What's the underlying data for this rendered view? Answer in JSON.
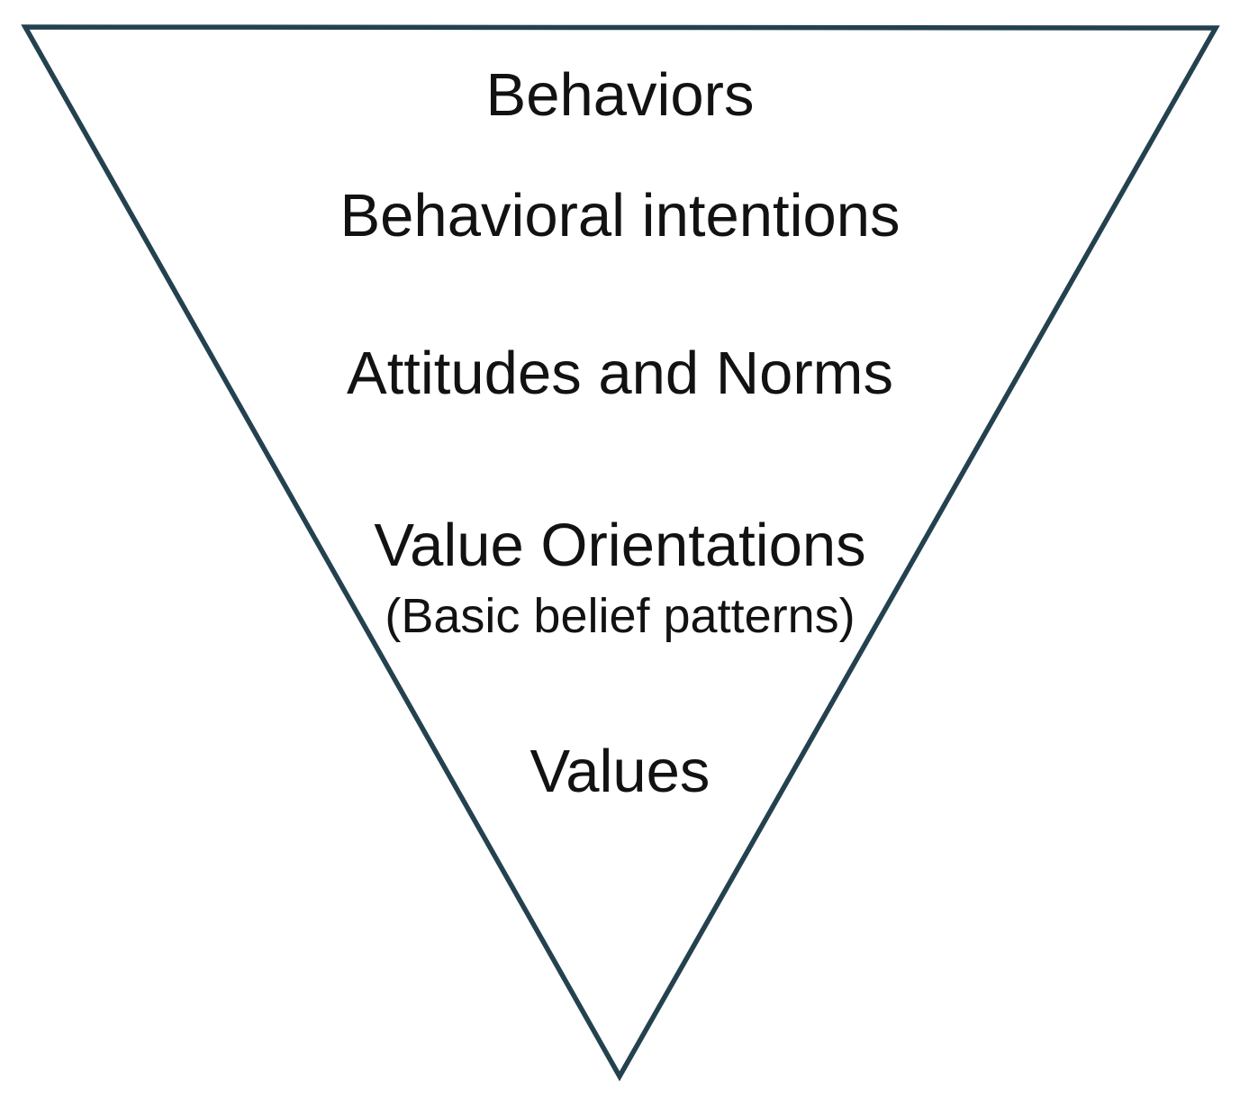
{
  "diagram": {
    "type": "inverted-pyramid",
    "background_color": "#ffffff",
    "outline_color": "#24414f",
    "text_color": "#121212",
    "levels": [
      {
        "label": "Behaviors"
      },
      {
        "label": "Behavioral intentions"
      },
      {
        "label": "Attitudes and Norms"
      },
      {
        "label": "Value Orientations",
        "sublabel": "(Basic belief patterns)"
      },
      {
        "label": "Values"
      }
    ]
  }
}
